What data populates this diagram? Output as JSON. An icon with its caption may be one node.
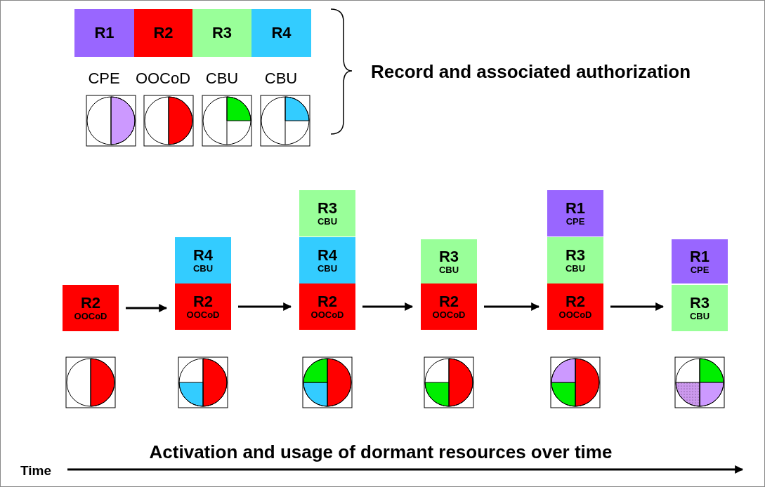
{
  "diagram": {
    "nodes": [
      {
        "text": [
          "R1"
        ]
      },
      {
        "text": [
          "R2"
        ]
      },
      {
        "text": [
          "R3"
        ]
      },
      {
        "text": [
          "R4"
        ]
      },
      {
        "text": [
          "R2",
          "OOCoD"
        ]
      },
      {
        "text": [
          "R4",
          "CBU"
        ]
      },
      {
        "text": [
          "R2",
          "OOCoD"
        ]
      },
      {
        "text": [
          "R3",
          "CBU"
        ]
      },
      {
        "text": [
          "R4",
          "CBU"
        ]
      },
      {
        "text": [
          "R2",
          "OOCoD"
        ]
      },
      {
        "text": [
          "R3",
          "CBU"
        ]
      },
      {
        "text": [
          "R2",
          "OOCoD"
        ]
      },
      {
        "text": [
          "R1",
          "CPE"
        ]
      },
      {
        "text": [
          "R3",
          "CBU"
        ]
      },
      {
        "text": [
          "R2",
          "OOCoD"
        ]
      },
      {
        "text": [
          "R1",
          "CPE"
        ]
      },
      {
        "text": [
          "R3",
          "CBU"
        ]
      }
    ],
    "edges": [
      {
        "from": 4,
        "to": 6,
        "arrow": "to"
      },
      {
        "from": 6,
        "to": 9,
        "arrow": "to"
      },
      {
        "from": 9,
        "to": 11,
        "arrow": "to"
      },
      {
        "from": 11,
        "to": 14,
        "arrow": "to"
      },
      {
        "from": 14,
        "to": 16,
        "arrow": "to"
      }
    ],
    "labels": [
      "CPE",
      "OOCoD",
      "CBU",
      "CBU",
      "Record and associated authorization",
      "Activation and usage of dormant resources over time",
      "Time"
    ]
  }
}
